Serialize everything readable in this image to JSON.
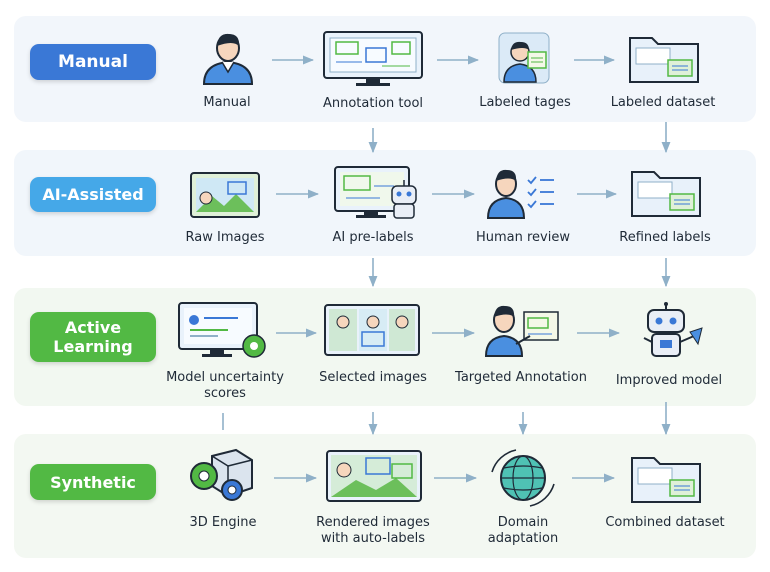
{
  "rows": [
    {
      "category": "Manual",
      "steps": [
        "Manual",
        "Annotation tool",
        "Labeled tages",
        "Labeled dataset"
      ]
    },
    {
      "category": "AI-Assisted",
      "steps": [
        "Raw Images",
        "AI pre-labels",
        "Human review",
        "Refined labels"
      ]
    },
    {
      "category": "Active\nLearning",
      "steps": [
        "Model uncertainty\nscores",
        "Selected images",
        "Targeted Annotation",
        "Improved model"
      ]
    },
    {
      "category": "Synthetic",
      "steps": [
        "3D Engine",
        "Rendered images\nwith auto-labels",
        "Domain\nadaptation",
        "Combined dataset"
      ]
    }
  ],
  "colors": {
    "manual": "#3a78d6",
    "ai_assisted": "#45a8e8",
    "active_learning": "#52b944",
    "synthetic": "#52b944",
    "arrow": "#8fb0c8"
  },
  "icons": {
    "manual": [
      "person-icon",
      "monitor-icon",
      "person-with-folder-icon",
      "dataset-folder-icon"
    ],
    "ai_assisted": [
      "image-icon",
      "monitor-robot-icon",
      "person-checklist-icon",
      "dataset-folder-icon"
    ],
    "active_learning": [
      "monitor-gear-icon",
      "image-grid-icon",
      "person-pointing-icon",
      "robot-icon"
    ],
    "synthetic": [
      "3d-engine-icon",
      "rendered-image-icon",
      "globe-icon",
      "dataset-folder-icon"
    ]
  }
}
